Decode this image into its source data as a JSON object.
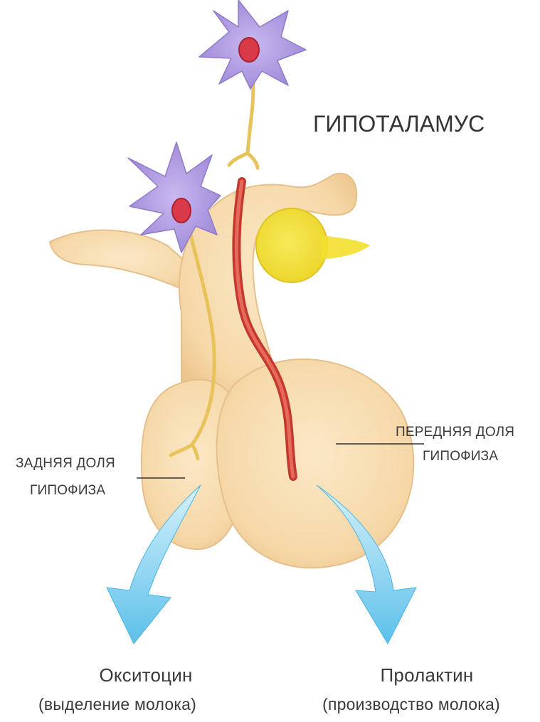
{
  "labels": {
    "hypothalamus": "ГИПОТАЛАМУС",
    "posterior_lobe": [
      "ЗАДНЯЯ ДОЛЯ",
      "ГИПОФИЗА"
    ],
    "anterior_lobe": [
      "ПЕРЕДНЯЯ ДОЛЯ",
      "ГИПОФИЗА"
    ]
  },
  "hormones": {
    "left": {
      "name": "Окситоцин",
      "effect": "(выделение молока)"
    },
    "right": {
      "name": "Пролактин",
      "effect": "(производство молока)"
    }
  },
  "colors": {
    "gland": "#f7dcb0",
    "gland_outline": "#e6c08c",
    "neuron": "#a592d9",
    "nucleus": "#d83a4a",
    "axon": "#e8c35a",
    "vessel": "#d9473f",
    "arrow": "#6ec8ea",
    "chiasm": "#f2df2e"
  }
}
